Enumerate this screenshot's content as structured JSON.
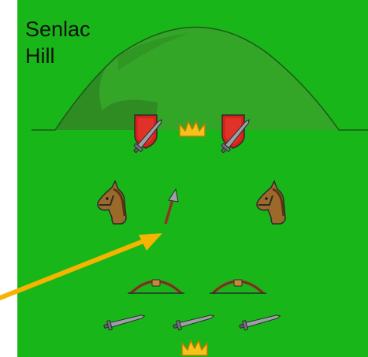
{
  "map": {
    "label_line1": "Senlac",
    "label_line2": "Hill",
    "colors": {
      "field": "#19b619",
      "hill_dark": "#2e8a22",
      "hill_light": "#34a627",
      "shield": "#d8201c",
      "crown": "#f4c21a",
      "horse": "#9b6a2b",
      "arrow_pointer": "#f5b400",
      "bow_wood": "#8a4a20",
      "sword_blade": "#9aa0a3"
    },
    "units": [
      {
        "kind": "shield-with-sword",
        "side": "saxon",
        "count": 2
      },
      {
        "kind": "crown",
        "side": "saxon",
        "count": 1
      },
      {
        "kind": "horse",
        "side": "norman",
        "count": 2
      },
      {
        "kind": "arrow",
        "side": "norman",
        "count": 1
      },
      {
        "kind": "bow",
        "side": "norman",
        "count": 2
      },
      {
        "kind": "sword",
        "side": "norman",
        "count": 3
      },
      {
        "kind": "crown",
        "side": "norman",
        "count": 1
      }
    ]
  }
}
